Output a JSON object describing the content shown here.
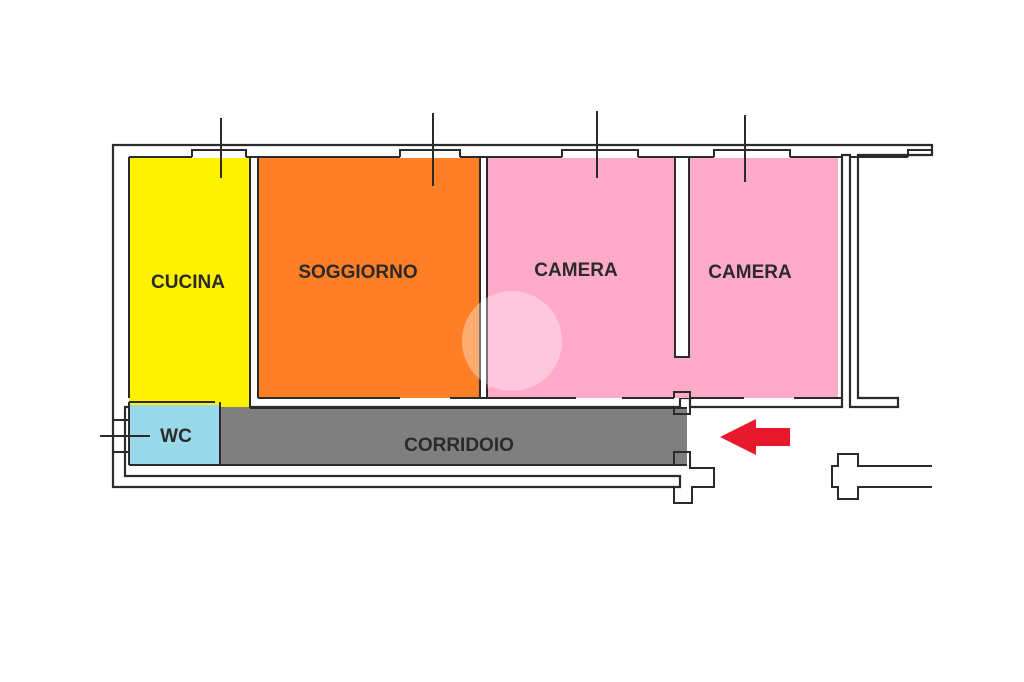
{
  "rooms": {
    "cucina": {
      "label": "CUCINA",
      "color": "#FFF200"
    },
    "soggiorno": {
      "label": "SOGGIORNO",
      "color": "#FF7F27"
    },
    "camera1": {
      "label": "CAMERA",
      "color": "#FFAAC9"
    },
    "camera2": {
      "label": "CAMERA",
      "color": "#FFAAC9"
    },
    "wc": {
      "label": "WC",
      "color": "#99D9EA"
    },
    "corridoio": {
      "label": "CORRIDOIO",
      "color": "#7F7F7F"
    }
  },
  "entrance_arrow": {
    "icon": "entrance-arrow-icon",
    "color": "#E8192C"
  },
  "watermark": {
    "icon": "home-watermark-icon"
  }
}
